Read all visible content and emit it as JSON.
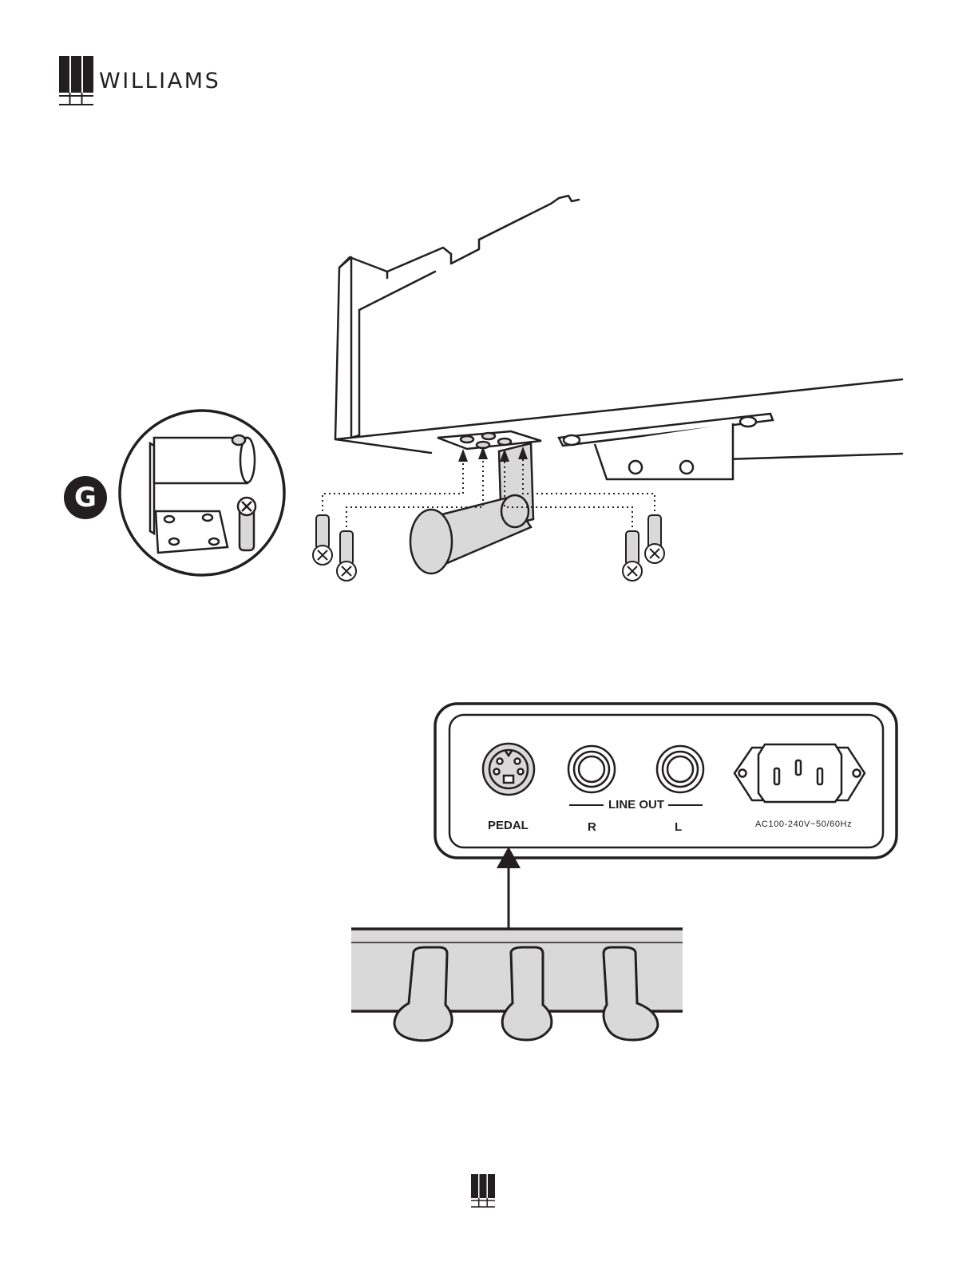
{
  "header": {
    "brand": "WILLIAMS",
    "logo_icon": "piano-keys-logo-icon"
  },
  "assembly_step": {
    "badge_letter": "G",
    "parts_icons": [
      "pedal-bracket-icon",
      "screw-icon"
    ]
  },
  "jack_panel": {
    "pedal_label": "PEDAL",
    "line_out_label": "LINE OUT",
    "right_label": "R",
    "left_label": "L",
    "power_label": "AC100-240V~50/60Hz"
  },
  "footer": {
    "logo_icon": "piano-keys-logo-icon"
  },
  "colors": {
    "ink": "#231f20",
    "part_fill": "#d9d9d9"
  }
}
